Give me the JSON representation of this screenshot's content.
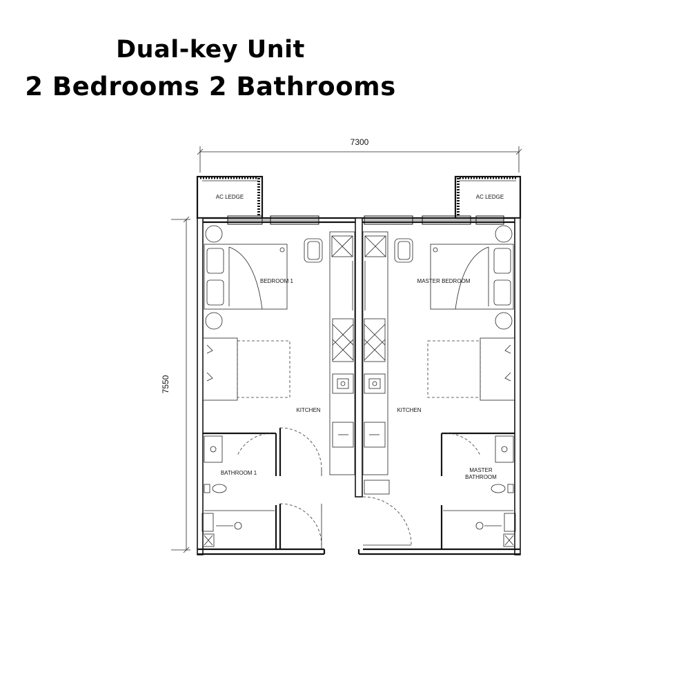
{
  "title": {
    "line1": "Dual-key Unit",
    "line2": "2 Bedrooms 2 Bathrooms"
  },
  "dimensions": {
    "width": "7300",
    "depth": "7550"
  },
  "rooms": {
    "ac_ledge_left": "AC LEDGE",
    "ac_ledge_right": "AC LEDGE",
    "bedroom1": "BEDROOM 1",
    "master_bedroom": "MASTER BEDROOM",
    "kitchen_left": "KITCHEN",
    "kitchen_right": "KITCHEN",
    "bathroom1": "BATHROOM 1",
    "master_bathroom_line1": "MASTER",
    "master_bathroom_line2": "BATHROOM"
  }
}
